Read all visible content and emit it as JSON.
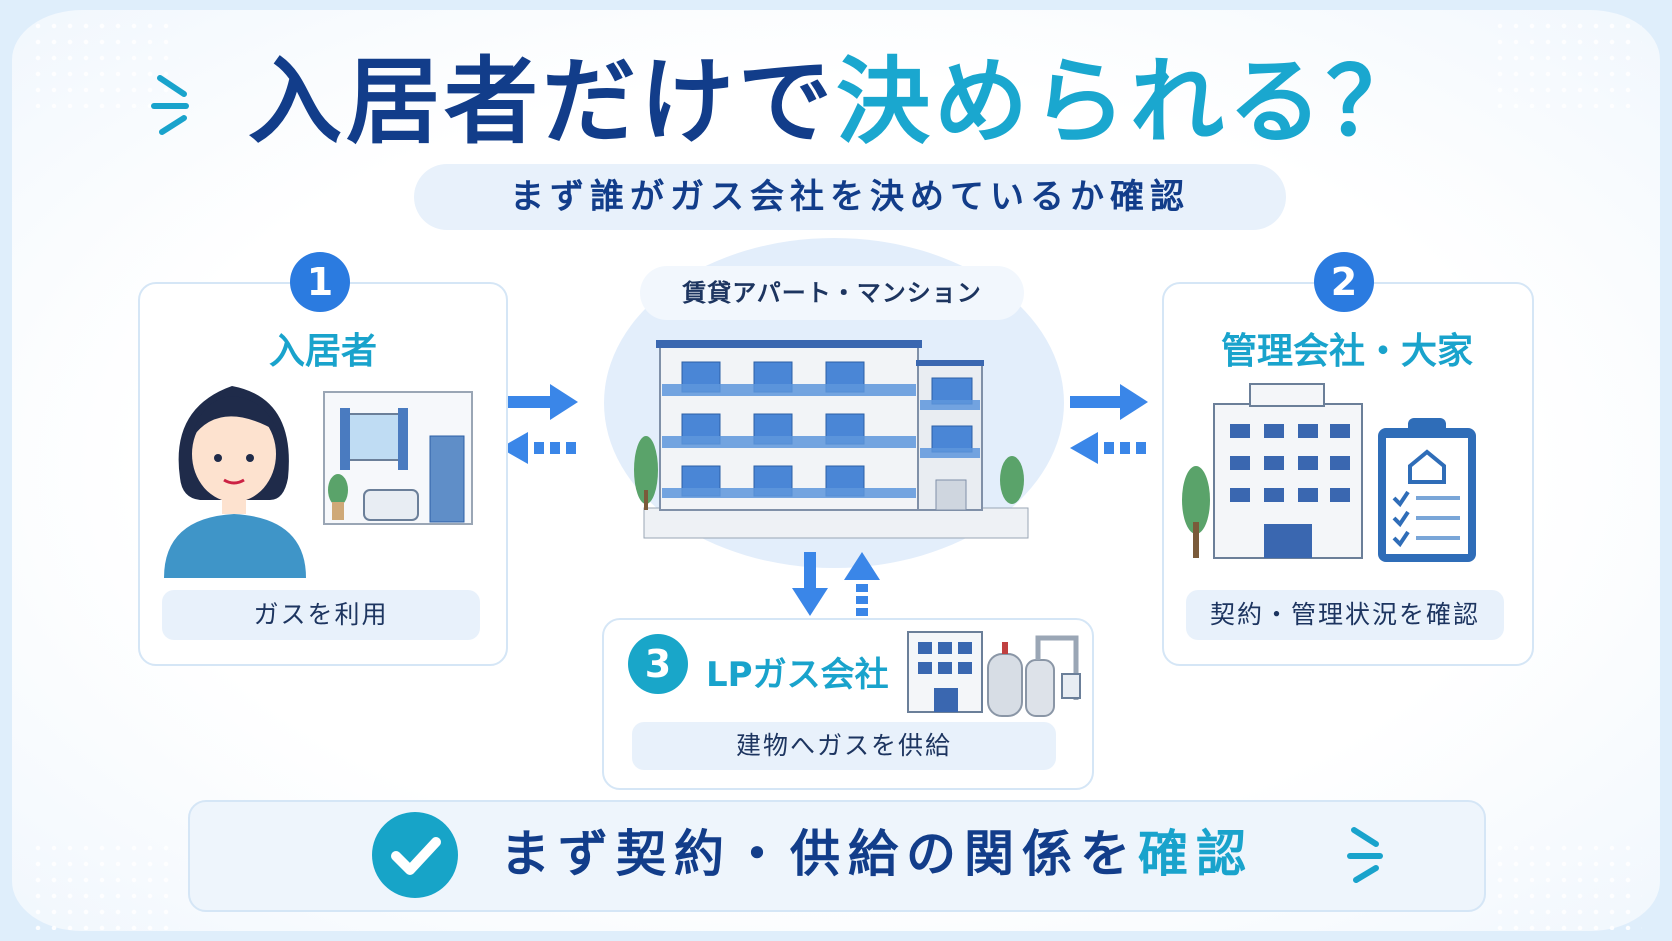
{
  "title": {
    "dark": "入居者だけで",
    "accent": "決められる？"
  },
  "subtitle": "まず誰がガス会社を決めているか確認",
  "center": {
    "label": "賃貸アパート・マンション"
  },
  "cards": [
    {
      "number": "1",
      "name": "入居者",
      "role": "ガスを利用"
    },
    {
      "number": "2",
      "name": "管理会社・大家",
      "role": "契約・管理状況を確認"
    },
    {
      "number": "3",
      "name": "LPガス会社",
      "role": "建物へガスを供給"
    }
  ],
  "footer": {
    "dark": "まず契約・供給の関係を",
    "accent": "確認"
  },
  "colors": {
    "navy": "#123d8a",
    "teal": "#19a3cc",
    "blue": "#2b7be0",
    "arrow": "#3a86e8"
  },
  "icons": [
    "sparkle-icon",
    "person-icon",
    "room-icon",
    "apartment-icon",
    "office-building-icon",
    "clipboard-icon",
    "gas-tank-icon",
    "check-icon",
    "arrow-icon"
  ]
}
